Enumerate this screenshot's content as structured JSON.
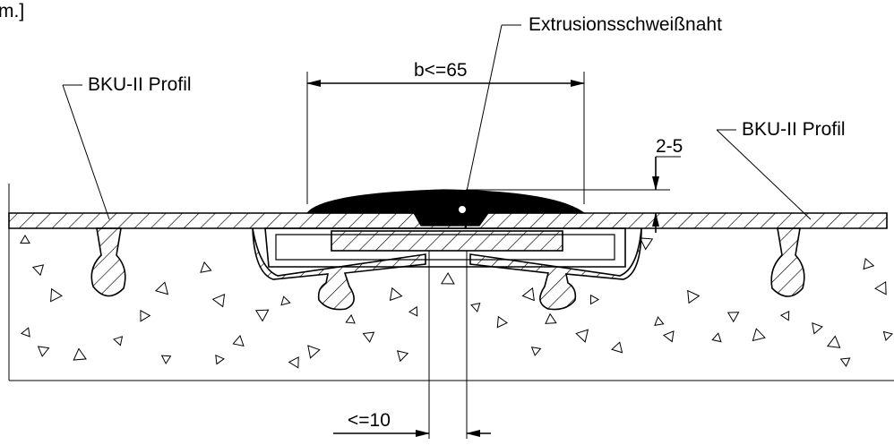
{
  "header_fragment": "m.]",
  "labels": {
    "weld": "Extrusionsschweißnaht",
    "profile_left": "BKU-II Profil",
    "profile_right": "BKU-II Profil"
  },
  "dimensions": {
    "weld_width": "b<=65",
    "weld_height": "2-5",
    "gap_width": "<=10"
  },
  "colors": {
    "line": "#000000",
    "weld_fill": "#000000",
    "background": "#ffffff"
  }
}
